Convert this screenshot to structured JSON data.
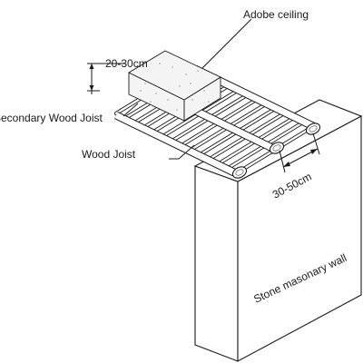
{
  "labels": {
    "adobe_ceiling": "Adobe ceiling",
    "thickness": "20-30cm",
    "secondary_joist": "Secondary Wood Joist",
    "wood_joist": "Wood Joist",
    "spacing": "30-50cm",
    "wall": "Stone masonary wall"
  }
}
